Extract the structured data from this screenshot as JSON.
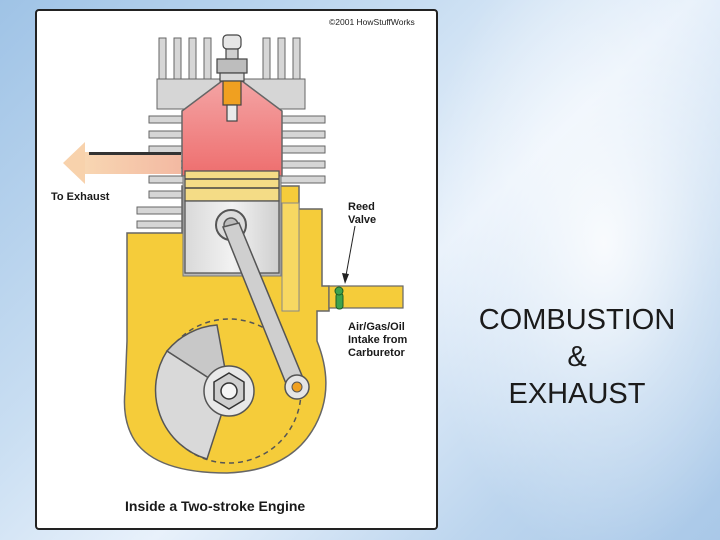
{
  "figure": {
    "copyright": "©2001 HowStuffWorks",
    "to_exhaust": "To Exhaust",
    "reed_valve_line1": "Reed",
    "reed_valve_line2": "Valve",
    "intake_line1": "Air/Gas/Oil",
    "intake_line2": "Intake from",
    "intake_line3": "Carburetor",
    "caption": "Inside a Two-stroke Engine"
  },
  "slide": {
    "title_line1": "COMBUSTION",
    "title_line2": "&",
    "title_line3": "EXHAUST"
  },
  "colors": {
    "fuel_yellow": "#f5cc3a",
    "combustion_red": "#f07a78",
    "exhaust_arrow": "#f6cfa8",
    "cylinder_gray": "#a9a9a9"
  }
}
